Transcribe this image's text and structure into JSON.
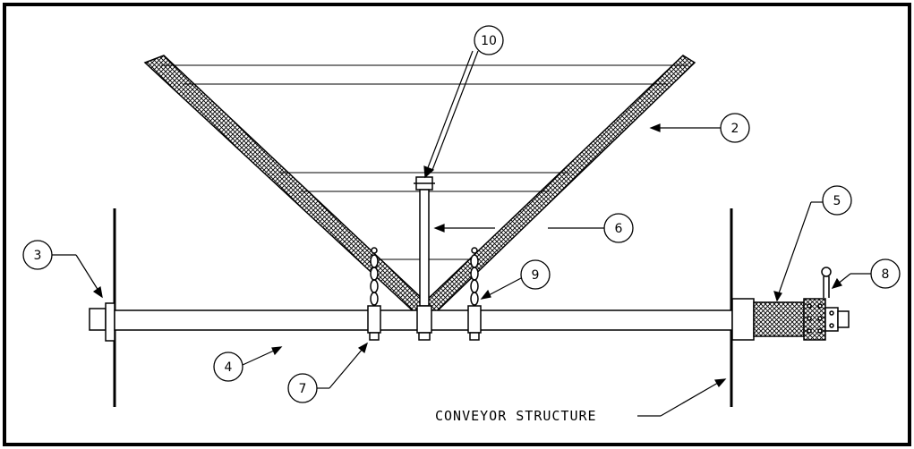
{
  "callouts": {
    "c10": "10",
    "c2": "2",
    "c5": "5",
    "c6": "6",
    "c3": "3",
    "c9": "9",
    "c8": "8",
    "c4": "4",
    "c7": "7"
  },
  "labels": {
    "conveyor_structure": "CONVEYOR STRUCTURE"
  }
}
